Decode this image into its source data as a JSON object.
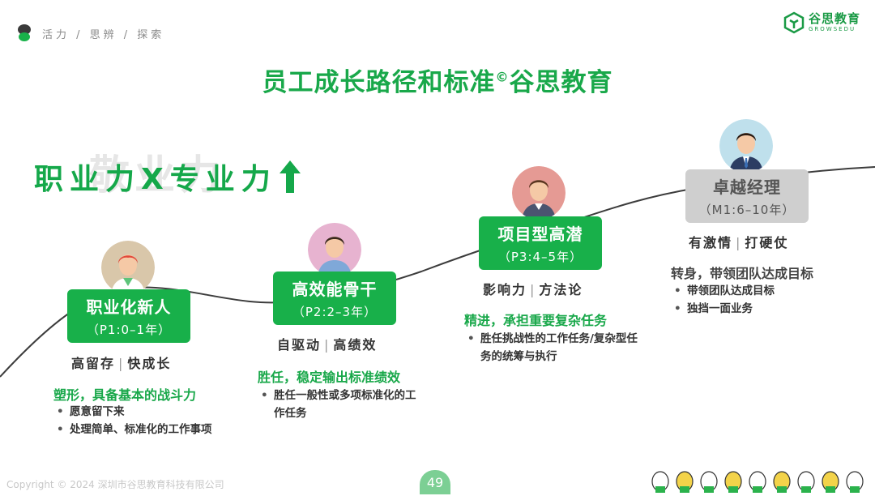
{
  "header": {
    "motto": "活力 / 思辨 / 探索",
    "logo_cn": "谷思教育",
    "logo_en": "GROWSEDU"
  },
  "title": {
    "main": "员工成长路径和标准",
    "symbol": "©",
    "brand": "谷思教育"
  },
  "slogan": {
    "ghost": "敬业力",
    "text": "职业力X专业力",
    "arrow_icon": "arrow-up-icon"
  },
  "stages": [
    {
      "title": "职业化新人",
      "sub": "（P1:0–1年）",
      "kw1": "高留存",
      "kw2": "快成长",
      "head": "塑形，具备基本的战斗力",
      "bullets": [
        "愿意留下来",
        "处理简单、标准化的工作事项"
      ]
    },
    {
      "title": "高效能骨干",
      "sub": "（P2:2–3年）",
      "kw1": "自驱动",
      "kw2": "高绩效",
      "head": "胜任，稳定输出标准绩效",
      "bullets": [
        "胜任一般性或多项标准化的工作任务"
      ]
    },
    {
      "title": "项目型高潜",
      "sub": "（P3:4–5年）",
      "kw1": "影响力",
      "kw2": "方法论",
      "head": "精进，承担重要复杂任务",
      "bullets": [
        "胜任挑战性的工作任务/复杂型任务的统筹与执行"
      ]
    },
    {
      "title": "卓越经理",
      "sub": "（M1:6–10年）",
      "kw1": "有激情",
      "kw2": "打硬仗",
      "head": "转身，带领团队达成目标",
      "bullets": [
        "带领团队达成目标",
        "独挡一面业务"
      ]
    }
  ],
  "footer": {
    "copyright": "Copyright © 2024  深圳市谷思教育科技有限公司",
    "page": "49"
  },
  "colors": {
    "accent": "#18b04a",
    "grey_card": "#cfcfcf",
    "ghost_text": "#e6e6e6"
  }
}
